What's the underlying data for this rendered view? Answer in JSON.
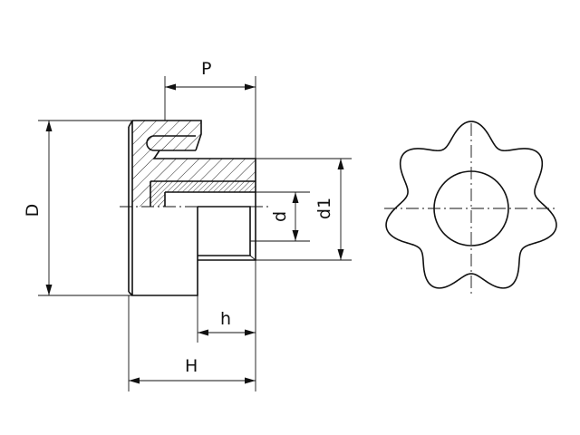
{
  "dimensions": {
    "P": "P",
    "D": "D",
    "d": "d",
    "d1": "d1",
    "h": "h",
    "H": "H"
  }
}
